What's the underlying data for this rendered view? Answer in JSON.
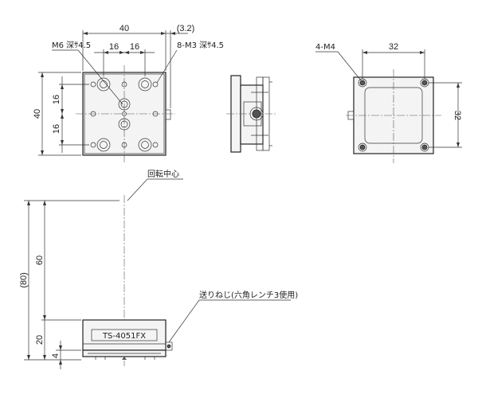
{
  "top_view": {
    "width_total": "40",
    "offset_right": "(3.2)",
    "left_half": "16",
    "right_half": "16",
    "height_total": "40",
    "upper_half": "16",
    "lower_half": "16",
    "hole_m6": "M6 深ｻ4.5",
    "hole_m3": "8-M3 深ｻ4.5"
  },
  "bottom_view": {
    "hole_m4": "4-M4",
    "pitch_x": "32",
    "pitch_y": "32"
  },
  "front_view": {
    "rotation_center": "回転中心",
    "height_total": "(80)",
    "center_height": "60",
    "body_height": "20",
    "base_height": "4",
    "model_label": "TS-4051FX",
    "feed_screw": "送りねじ(六角レンチ3使用)"
  }
}
